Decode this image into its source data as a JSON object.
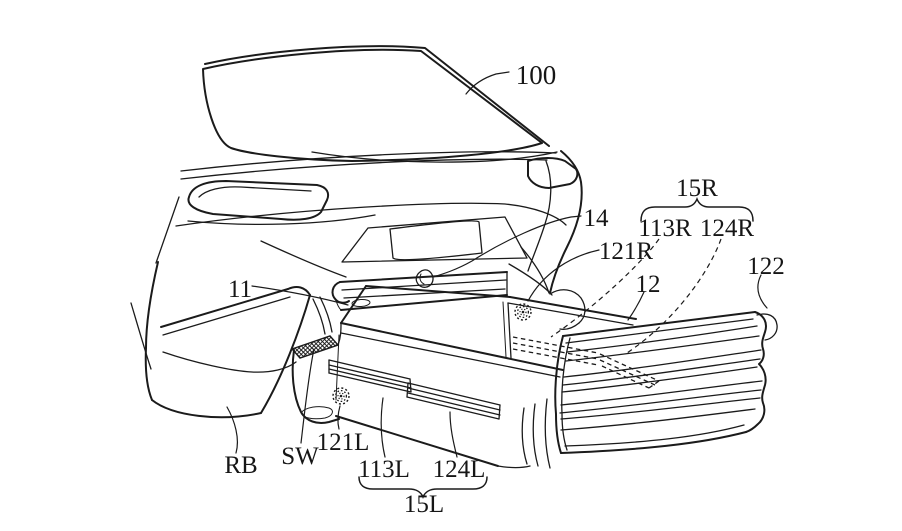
{
  "figure": {
    "type": "patent-line-drawing",
    "description": "Rear of a vehicle (100) with a slide-out drawer unit (12), rail units 15R/15L with rails 113R/124R/113L/124L, rollers 121R/121L, switch SW, rear bumper RB and detached corrugated end panel 122",
    "background": "#ffffff",
    "line_color": "#1b1b1b",
    "labels": {
      "l100": "100",
      "l14": "14",
      "l11": "11",
      "l12": "12",
      "l122": "122",
      "l121R": "121R",
      "l15R": "15R",
      "l113R": "113R",
      "l124R": "124R",
      "lRB": "RB",
      "lSW": "SW",
      "l121L": "121L",
      "l113L": "113L",
      "l124L": "124L",
      "l15L": "15L"
    },
    "groups": {
      "right_rail_unit": {
        "group": "15R",
        "members": "113R, 124R"
      },
      "left_rail_unit": {
        "group": "15L",
        "members": "113L, 124L"
      }
    }
  }
}
